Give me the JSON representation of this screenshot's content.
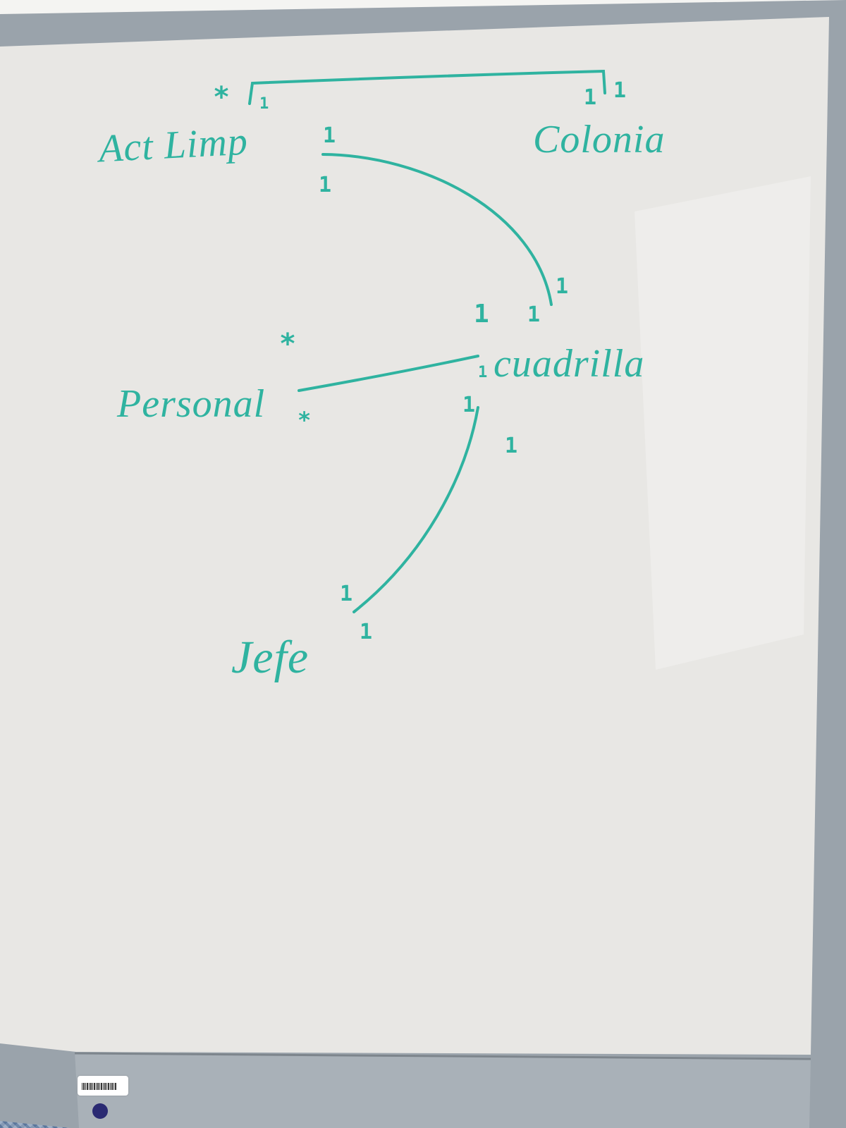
{
  "colors": {
    "marker": "#2fb3a0",
    "board": "#e9e8e5",
    "frame": "#9aa3ab",
    "tray": "#a8b0b7"
  },
  "entities": {
    "actlimp": "Act Limp",
    "colonia": "Colonia",
    "cuadrilla": "cuadrilla",
    "personal": "Personal",
    "jefe": "Jefe"
  },
  "multiplicities": {
    "actlimp_colonia_star": "*",
    "actlimp_colonia_near": "1",
    "colonia_near_a": "1",
    "colonia_near_b": "1",
    "actlimp_cuadrilla_a": "1",
    "actlimp_cuadrilla_b": "1",
    "cuadrilla_actlimp_a": "1",
    "cuadrilla_actlimp_b": "1",
    "personal_star_top": "*",
    "personal_star_bottom": "*",
    "cuadrilla_personal_a": "1",
    "cuadrilla_personal_b": "1",
    "cuadrilla_jefe_a": "1",
    "cuadrilla_jefe_b": "1",
    "jefe_a": "1",
    "jefe_b": "1"
  }
}
